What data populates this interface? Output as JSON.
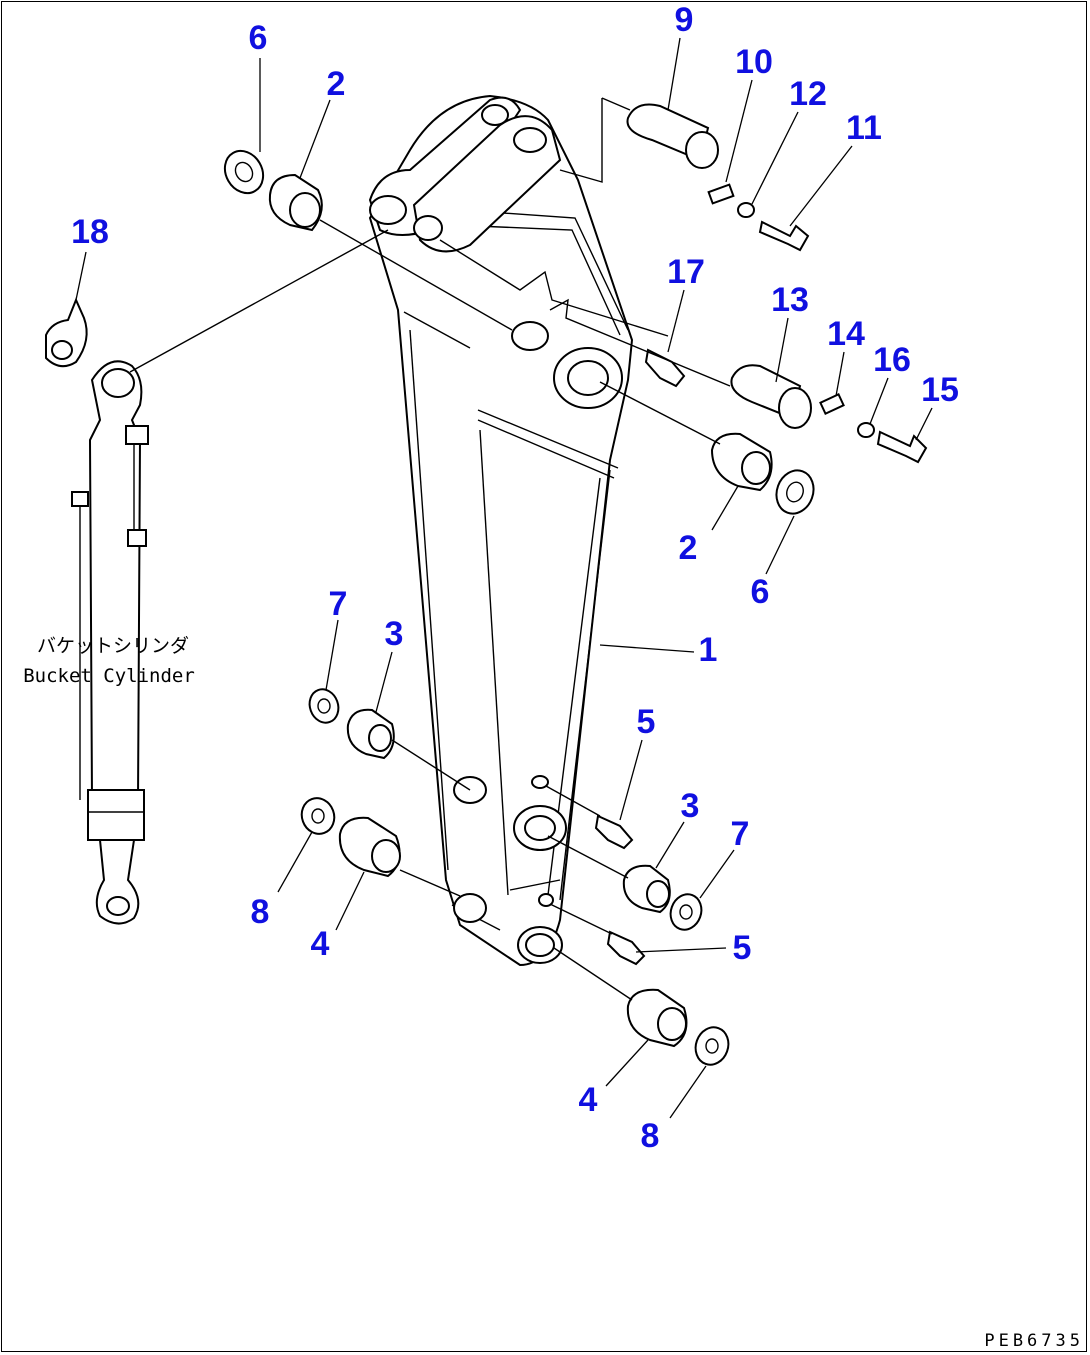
{
  "callouts": [
    {
      "id": "c9",
      "label": "9"
    },
    {
      "id": "c10",
      "label": "10"
    },
    {
      "id": "c12",
      "label": "12"
    },
    {
      "id": "c11",
      "label": "11"
    },
    {
      "id": "c6a",
      "label": "6"
    },
    {
      "id": "c2a",
      "label": "2"
    },
    {
      "id": "c18",
      "label": "18"
    },
    {
      "id": "c17",
      "label": "17"
    },
    {
      "id": "c13",
      "label": "13"
    },
    {
      "id": "c14",
      "label": "14"
    },
    {
      "id": "c16",
      "label": "16"
    },
    {
      "id": "c15",
      "label": "15"
    },
    {
      "id": "c2b",
      "label": "2"
    },
    {
      "id": "c6b",
      "label": "6"
    },
    {
      "id": "c1",
      "label": "1"
    },
    {
      "id": "c7a",
      "label": "7"
    },
    {
      "id": "c3a",
      "label": "3"
    },
    {
      "id": "c5a",
      "label": "5"
    },
    {
      "id": "c3b",
      "label": "3"
    },
    {
      "id": "c7b",
      "label": "7"
    },
    {
      "id": "c8a",
      "label": "8"
    },
    {
      "id": "c4a",
      "label": "4"
    },
    {
      "id": "c5b",
      "label": "5"
    },
    {
      "id": "c4b",
      "label": "4"
    },
    {
      "id": "c8b",
      "label": "8"
    }
  ],
  "labels": {
    "cylinder_jp": "バケットシリンダ",
    "cylinder_en": "Bucket Cylinder",
    "doc_code": "PEB6735"
  },
  "colors": {
    "callout": "#1010e0",
    "line": "#000000",
    "background": "#ffffff"
  }
}
